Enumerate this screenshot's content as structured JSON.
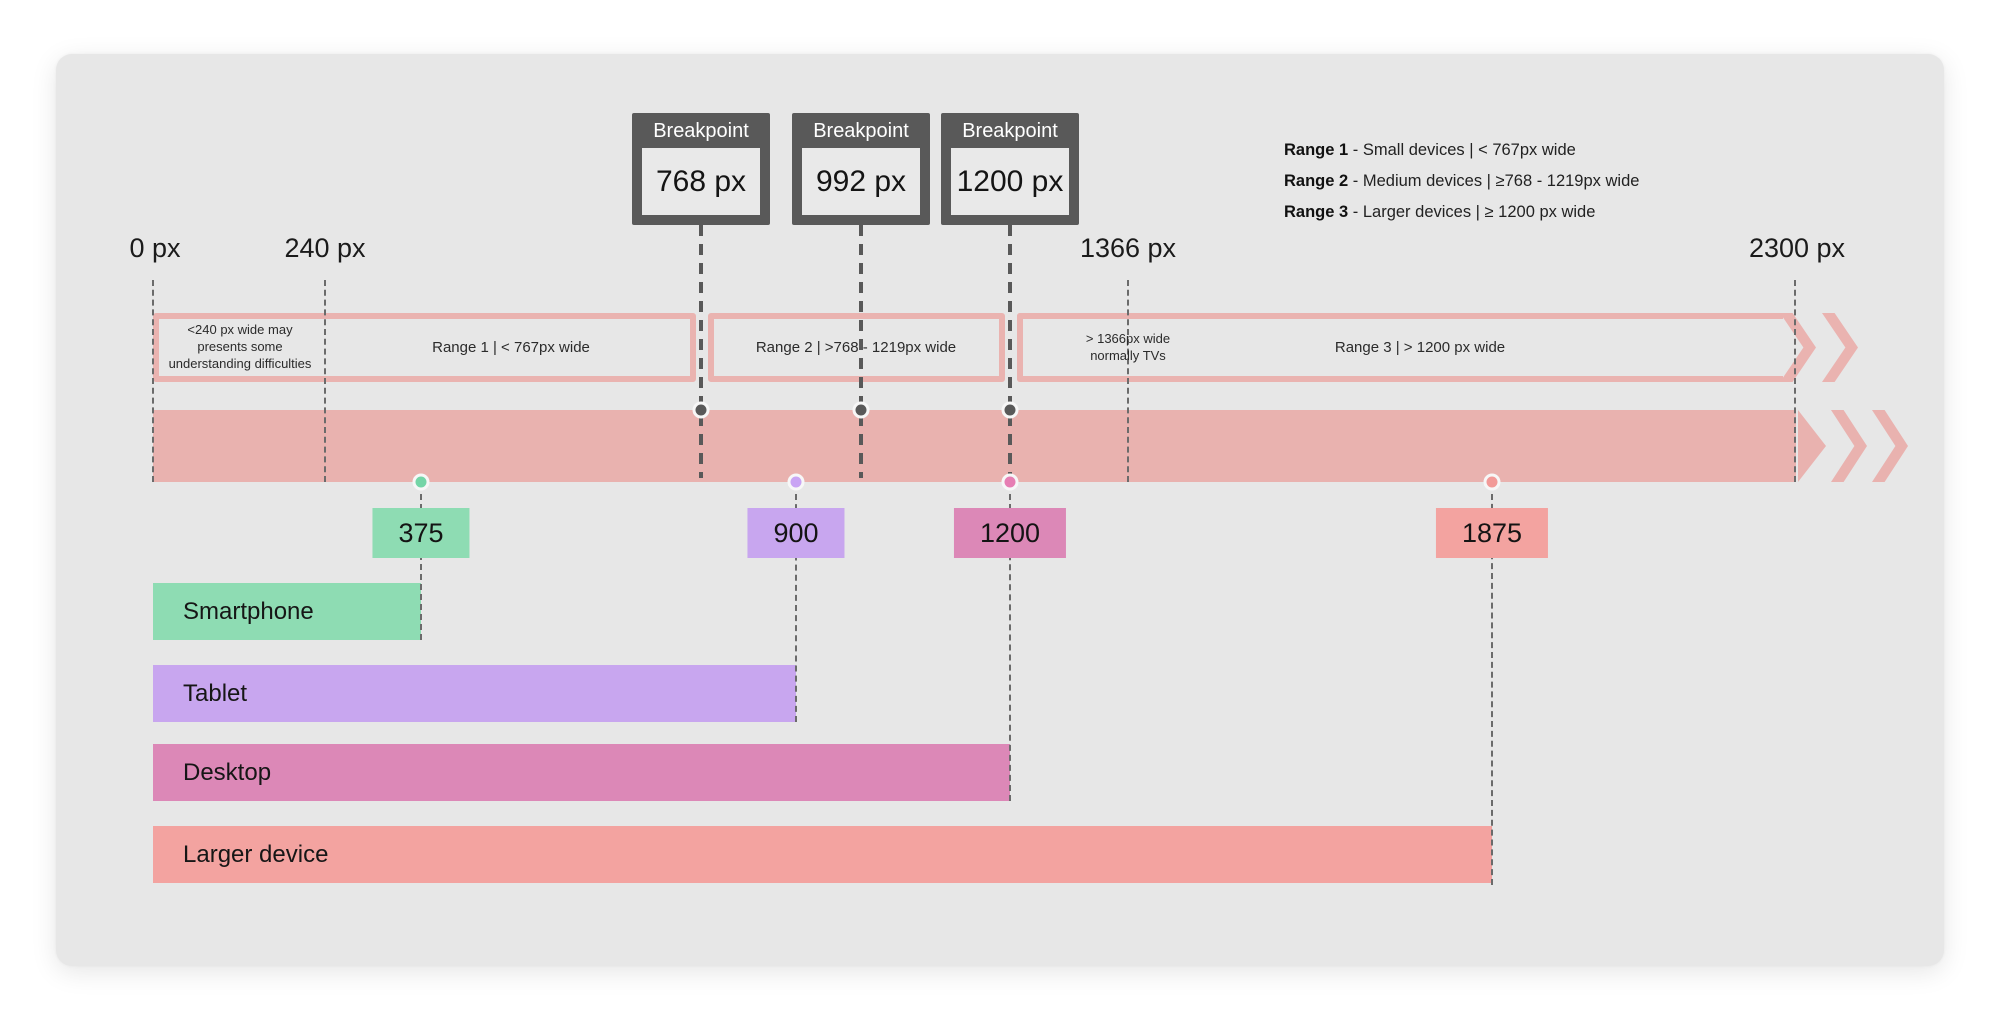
{
  "colors": {
    "card_background": "#e7e7e7",
    "breakpoint_box": "#595959",
    "range_outline_pink": "#eab3b0",
    "scale_bar_pink": "#e9b2af",
    "green": "#8edcb3",
    "purple": "#c8a6ef",
    "magenta": "#dc88b7",
    "salmon": "#f3a3a0"
  },
  "breakpoints": [
    {
      "title": "Breakpoint",
      "value": "768 px"
    },
    {
      "title": "Breakpoint",
      "value": "992 px"
    },
    {
      "title": "Breakpoint",
      "value": "1200 px"
    }
  ],
  "legend": {
    "items": [
      {
        "name": "Range 1",
        "desc": "-  Small devices | < 767px wide"
      },
      {
        "name": "Range 2",
        "desc": "- Medium devices | ≥768 - 1219px wide"
      },
      {
        "name": "Range 3",
        "desc": "- Larger devices | ≥ 1200 px wide"
      }
    ]
  },
  "axis": {
    "labels": [
      {
        "label": "0 px"
      },
      {
        "label": "240 px"
      },
      {
        "label": "1366 px"
      },
      {
        "label": "2300 px"
      }
    ]
  },
  "range_bar": {
    "small_note": "<240 px wide may\npresents some\nunderstanding difficulties",
    "range1": "Range 1 | < 767px wide",
    "range2": "Range 2 | >768 - 1219px wide",
    "tv_note": "> 1366px wide\nnormally TVs",
    "range3": "Range 3 | > 1200 px wide"
  },
  "markers": [
    {
      "value": "375"
    },
    {
      "value": "900"
    },
    {
      "value": "1200"
    },
    {
      "value": "1875"
    }
  ],
  "devices": [
    {
      "label": "Smartphone"
    },
    {
      "label": "Tablet"
    },
    {
      "label": "Desktop"
    },
    {
      "label": "Larger device"
    }
  ]
}
